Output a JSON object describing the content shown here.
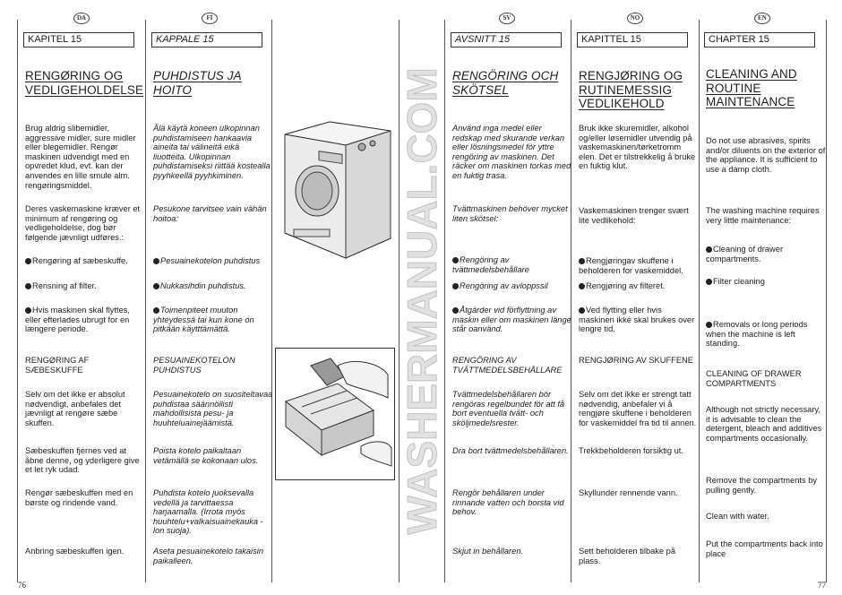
{
  "page_numbers": {
    "left": "76",
    "right": "77"
  },
  "watermark": "WASHERMANUAL.COM",
  "columns": [
    {
      "lang": "DA",
      "chapter": "KAPITEL 15",
      "title": "RENGØRING OG VEDLIGEHOLDELSE",
      "paragraphs": [
        {
          "text": "Brug aldrig slibemidler, aggressive midler, sure midler eller blegemidler. Rengør maskinen udvendigt med en opvredet klud, evt. kan der anvendes en lille smule alm. rengøringsmiddel.",
          "bullet": false
        },
        {
          "text": "Deres vaskemaskine kræver et minimum af rengøring og vedligeholdelse, dog bør følgende jævnligt udføres.:",
          "bullet": false
        },
        {
          "text": "Rengøring af sæbeskuffe.",
          "bullet": true
        },
        {
          "text": "Rensning af filter.",
          "bullet": true
        },
        {
          "text": "Hvis maskinen skal flyttes, eller efterlades ubrugt for en længere periode.",
          "bullet": true
        },
        {
          "text": "RENGØRING AF SÆBESKUFFE",
          "bullet": false
        },
        {
          "text": "Selv om det ikke er absolut nødvendigt, anbefales det jævnligt at rengøre sæbe skuffen.",
          "bullet": false
        },
        {
          "text": "Sæbeskuffen fjernes ved at åbne denne, og yderligere give et let ryk udad.",
          "bullet": false
        },
        {
          "text": "Rengør sæbeskuffen med en børste og rindende vand.",
          "bullet": false
        },
        {
          "text": "Anbring sæbeskuffen igen.",
          "bullet": false
        }
      ]
    },
    {
      "lang": "FI",
      "chapter": "KAPPALE 15",
      "title": "PUHDISTUS JA HOITO",
      "paragraphs": [
        {
          "text": "Älä käytä koneen ulkopinnan puhdistamiseen hankaavia aineita tai välineitä eikä liuotteita. Ulkopinnan puhdistamiseksi riittää kostealla pyyhkeellä pyyhkiminen.",
          "bullet": false
        },
        {
          "text": "Pesukone tarvitsee vain vähän hoitoa:",
          "bullet": false
        },
        {
          "text": "Pesuainekotelon puhdistus",
          "bullet": true
        },
        {
          "text": "Nukkasihdin puhdistus.",
          "bullet": true
        },
        {
          "text": "Toimenpiteet muuton yhteydessä tai kun kone on pitkään käytttämättä.",
          "bullet": true
        },
        {
          "text": "PESUAINEKOTELON PUHDISTUS",
          "bullet": false
        },
        {
          "text": "Pesuainekotelo on suositeltavaa puhdistaa säännöllisti mahdollisista pesu- ja huuhteluainejäämistä.",
          "bullet": false
        },
        {
          "text": "Poista kotelo paikaltaan vetämällä se kokonaan ulos.",
          "bullet": false
        },
        {
          "text": "Puhdista kotelo juoksevalla vedellä ja tarvittaessa harjaamalla. (Irrota myös huuhtelu+valkaisuainekauka -lon suoja).",
          "bullet": false
        },
        {
          "text": "Aseta pesuainekotelo takaisin paikalleen.",
          "bullet": false
        }
      ]
    },
    {
      "lang": "SV",
      "chapter": "AVSNITT 15",
      "title": "RENGÖRING OCH SKÖTSEL",
      "paragraphs": [
        {
          "text": "Använd inga medel eller redskap med skurande verkan eller lösningsmedel för yttre rengöring av maskinen. Det räcker om maskinen torkas med en fuktig trasa.",
          "bullet": false
        },
        {
          "text": "Tvättmaskinen behöver mycket liten skötsel:",
          "bullet": false
        },
        {
          "text": "Rengöring av tvättmedelsbehållare",
          "bullet": true
        },
        {
          "text": "Rengöring av avloppssil",
          "bullet": true
        },
        {
          "text": "Åtgärder vid förflyttning av maskin eller om maskinen länge står oanvänd.",
          "bullet": true
        },
        {
          "text": "RENGÖRING AV TVÄTTMEDELSBEHÅLLARE",
          "bullet": false
        },
        {
          "text": "Tvättmedelsbehållaren bör rengöras regelbundet för att få bort eventuella tvätt- och sköljmedelsrester.",
          "bullet": false
        },
        {
          "text": "Dra bort tvättmedelsbehållaren.",
          "bullet": false
        },
        {
          "text": "Rengör behållaren under rinnande vatten och borsta vid behov.",
          "bullet": false
        },
        {
          "text": "Skjut in behållaren.",
          "bullet": false
        }
      ]
    },
    {
      "lang": "NO",
      "chapter": "KAPITTEL 15",
      "title": "RENGJØRING OG RUTINEMESSIG VEDLIKEHOLD",
      "paragraphs": [
        {
          "text": "Bruk ikke skuremidler, alkohol og/eller løsemidler utvendig på vaskemaskinen/tørketromm elen. Det er tilstrekkelig å bruke en fuktig klut.",
          "bullet": false
        },
        {
          "text": "Vaskemaskinen trenger svært lite vedlikehold:",
          "bullet": false
        },
        {
          "text": "Rengjøringav skuffene i beholderen for vaskemiddel.",
          "bullet": true
        },
        {
          "text": "Rengjøring av filteret.",
          "bullet": true
        },
        {
          "text": "Ved flytting eller hvis maskinen ikke skal brukes over lengre tid.",
          "bullet": true
        },
        {
          "text": "RENGJØRING AV SKUFFENE",
          "bullet": false
        },
        {
          "text": "Selv om det ikke er strengt tatt nødvendig, anbefaler vi å rengjøre skuffene i beholderen for vaskemiddel fra tid til annen.",
          "bullet": false
        },
        {
          "text": "Trekkbeholderen forsiktig ut.",
          "bullet": false
        },
        {
          "text": "Skyllunder rennende vann.",
          "bullet": false
        },
        {
          "text": "Sett beholderen tilbake på plass.",
          "bullet": false
        }
      ]
    },
    {
      "lang": "EN",
      "chapter": "CHAPTER 15",
      "title": "CLEANING AND ROUTINE MAINTENANCE",
      "paragraphs": [
        {
          "text": "Do not use abrasives, spirits and/or diluents on the exterior of the appliance. It is sufficient to use a damp cloth.",
          "bullet": false
        },
        {
          "text": "The washing machine requires very little maintenance:",
          "bullet": false
        },
        {
          "text": "Cleaning of drawer compartments.",
          "bullet": true
        },
        {
          "text": "Filter cleaning",
          "bullet": true
        },
        {
          "text": "Removals or long periods when the machine is left standing.",
          "bullet": true
        },
        {
          "text": "CLEANING OF DRAWER COMPARTMENTS",
          "bullet": false
        },
        {
          "text": "Although not strictly necessary, it is advisable to clean the detergent, bleach and additives compartments occasionally.",
          "bullet": false
        },
        {
          "text": "Remove the compartments by pulling gently.",
          "bullet": false
        },
        {
          "text": "Clean with water.",
          "bullet": false
        },
        {
          "text": "Put the compartments back into place",
          "bullet": false
        }
      ]
    }
  ]
}
